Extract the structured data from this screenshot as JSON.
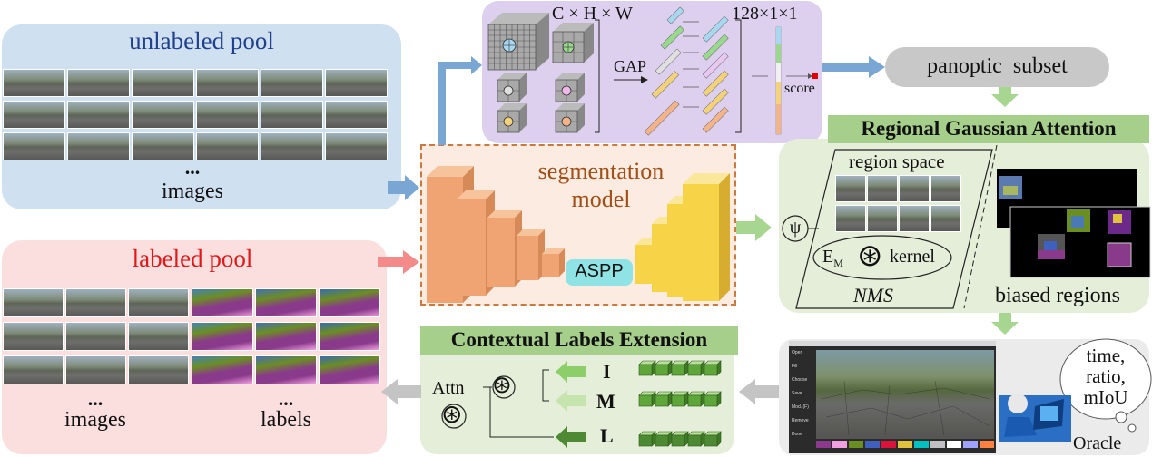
{
  "unlabeled_pool": {
    "title": "unlabeled pool",
    "ellipsis": "...",
    "caption": "images"
  },
  "labeled_pool": {
    "title": "labeled pool",
    "images_ellipsis": "...",
    "images_caption": "images",
    "labels_ellipsis": "...",
    "labels_caption": "labels"
  },
  "scoring": {
    "dims_label": "C × H × W",
    "gap_label": "GAP",
    "vector_label": "128×1×1",
    "score_label": "score"
  },
  "segmentation_model": {
    "title_line1": "segmentation",
    "title_line2": "model",
    "aspp_label": "ASPP"
  },
  "panoptic": {
    "label": "panoptic  subset"
  },
  "rga": {
    "title": "Regional Gaussian Attention",
    "psi_symbol": "ψ",
    "region_space_label": "region space",
    "em_label": "E",
    "em_sub": "M",
    "conv_symbol": "⊛",
    "kernel_label": "kernel",
    "nms_label": "NMS",
    "biased_regions_label": "biased regions"
  },
  "oracle": {
    "thought_line1": "time,",
    "thought_line2": "ratio,",
    "thought_line3": "mIoU",
    "label": "Oracle",
    "menu_items": [
      "Open",
      "Fill",
      "Choose",
      "Save",
      "Mod. (F)",
      "Remove",
      "Done"
    ]
  },
  "cle": {
    "title": "Contextual Labels Extension",
    "attn_label": "Attn",
    "conv_symbol": "⊛",
    "i_label": "I",
    "m_label": "M",
    "l_label": "L"
  },
  "colors": {
    "unlabeled_bg": "#cfe0f1",
    "unlabeled_title": "#1f3f8f",
    "labeled_bg": "#fbdede",
    "labeled_title": "#e01818",
    "purple_bg": "#ddd0ee",
    "seg_bg": "#fcebe0",
    "seg_title": "#a14f17",
    "green_bg": "#e4eed8",
    "green_header": "#a6cf8c",
    "aspp_bg": "#8fe3e4",
    "arrow_blue": "#7aa6d4",
    "arrow_red": "#f48a8a",
    "arrow_green": "#a6d68f",
    "arrow_gray": "#c4c4c4",
    "panoptic_bg": "#c8c8c8"
  }
}
